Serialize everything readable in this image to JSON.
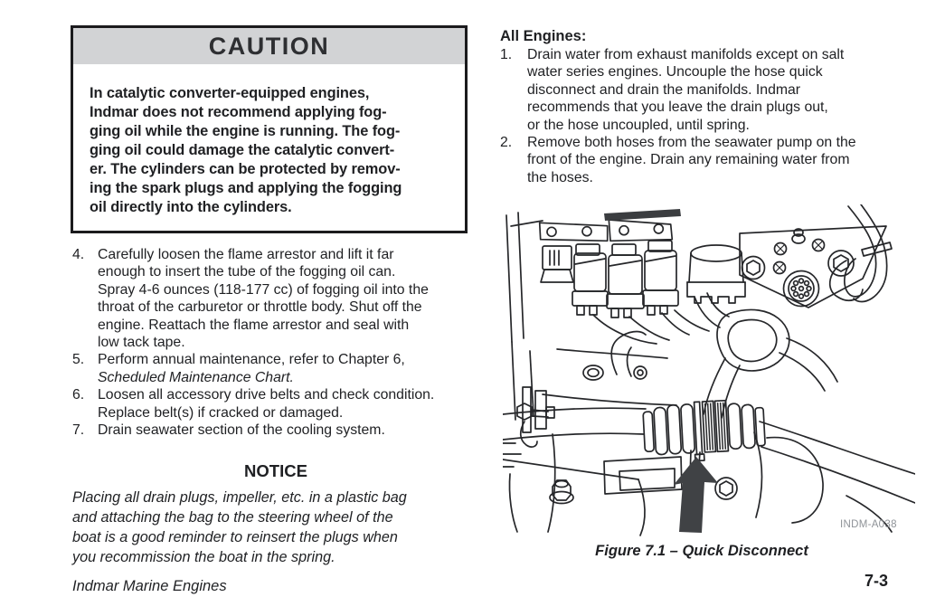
{
  "caution": {
    "title": "CAUTION",
    "body": "In catalytic converter-equipped engines,\nIndmar does not recommend applying fog-\nging oil while the engine is running. The fog-\nging oil could damage the catalytic convert-\ner. The cylinders can be protected by remov-\ning the spark plugs and applying the fogging\noil directly into the cylinders."
  },
  "left_steps": [
    {
      "num": "4.",
      "text": "Carefully loosen the flame arrestor and lift it far\nenough to insert the tube of the fogging oil can.\nSpray 4-6 ounces (118-177 cc) of fogging oil into the\nthroat of the carburetor or throttle body. Shut off the\nengine. Reattach the flame arrestor and seal with\nlow tack tape."
    },
    {
      "num": "5.",
      "text": "Perform annual maintenance, refer to Chapter 6,",
      "italic": "Scheduled Maintenance Chart."
    },
    {
      "num": "6.",
      "text": "Loosen all accessory drive belts and check condition.\nReplace belt(s) if cracked or damaged."
    },
    {
      "num": "7.",
      "text": "Drain seawater section of the cooling system."
    }
  ],
  "notice": {
    "title": "NOTICE",
    "body": "Placing all drain plugs, impeller, etc. in a plastic bag\nand attaching the bag to the steering wheel of the\nboat is a good reminder to reinsert the plugs when\nyou recommission the boat in the spring."
  },
  "right": {
    "heading": "All Engines:",
    "steps": [
      {
        "num": "1.",
        "text": "Drain water from exhaust manifolds except on salt\nwater series engines. Uncouple the hose quick\ndisconnect and drain the manifolds. Indmar\nrecommends that you leave the drain plugs out,\nor the hose uncoupled, until spring."
      },
      {
        "num": "2.",
        "text": "Remove both hoses from the seawater pump on the\nfront of the engine. Drain any remaining water from\nthe hoses."
      }
    ]
  },
  "figure": {
    "code": "INDM-A038",
    "caption": "Figure 7.1 – Quick Disconnect"
  },
  "footer": {
    "brand": "Indmar Marine Engines",
    "page_number": "7-3"
  },
  "colors": {
    "ink": "#1f2023",
    "caution_header_bg": "#d2d3d5",
    "figure_code_gray": "#8e9297",
    "arrow_fill": "#404245"
  }
}
